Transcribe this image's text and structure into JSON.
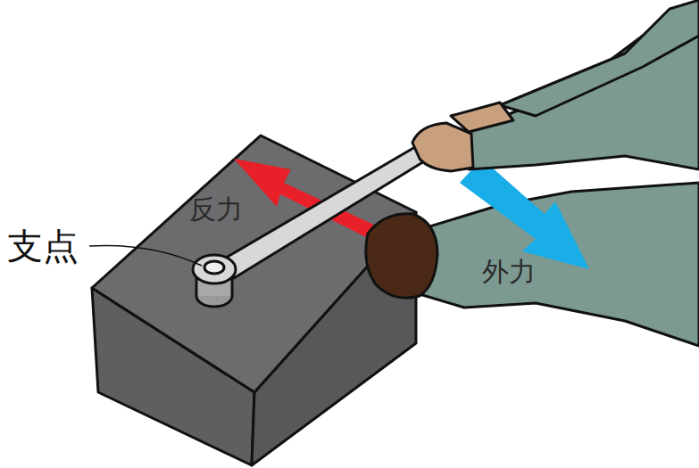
{
  "diagram": {
    "labels": [
      "支点",
      "反力",
      "外力"
    ]
  }
}
